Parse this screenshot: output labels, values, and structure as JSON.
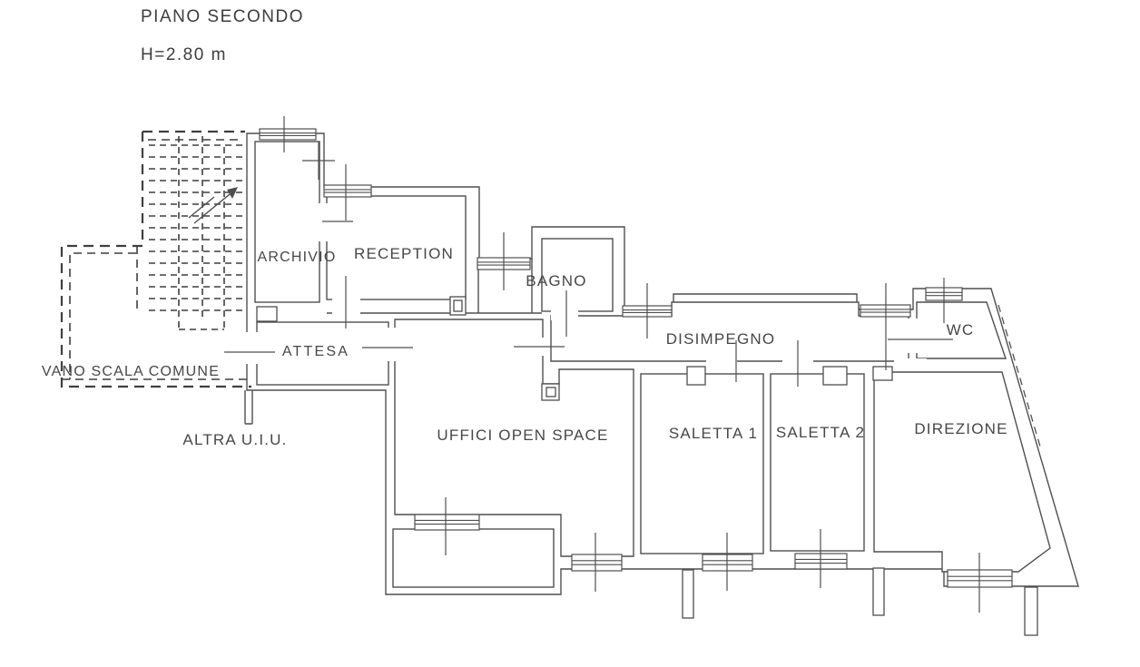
{
  "title": {
    "line1": "PIANO SECONDO",
    "line2": "H=2.80 m"
  },
  "plan": {
    "rooms": [
      {
        "id": "archivio",
        "label": "ARCHIVIO"
      },
      {
        "id": "reception",
        "label": "RECEPTION"
      },
      {
        "id": "bagno",
        "label": "BAGNO"
      },
      {
        "id": "attesa",
        "label": "ATTESA"
      },
      {
        "id": "disimpegno",
        "label": "DISIMPEGNO"
      },
      {
        "id": "wc",
        "label": "WC"
      },
      {
        "id": "uffici-open-space",
        "label": "UFFICI OPEN SPACE"
      },
      {
        "id": "saletta-1",
        "label": "SALETTA 1"
      },
      {
        "id": "saletta-2",
        "label": "SALETTA 2"
      },
      {
        "id": "direzione",
        "label": "DIREZIONE"
      }
    ],
    "annotations": [
      {
        "id": "vano-scala-comune",
        "label": "VANO SCALA COMUNE"
      },
      {
        "id": "altra-uiu",
        "label": "ALTRA U.I.U."
      }
    ]
  },
  "colors": {
    "line": "#4f4f4f",
    "dashed_line": "#3f3f3f",
    "label_text": "#474747",
    "background": "#ffffff"
  }
}
